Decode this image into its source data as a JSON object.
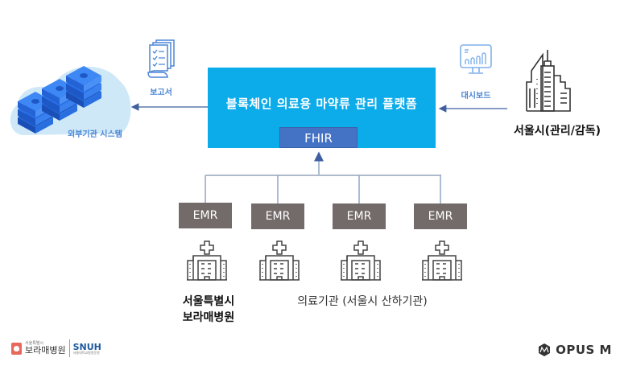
{
  "platform": {
    "title": "블록체인 의료용 마약류 관리 플랫폼",
    "fhir_label": "FHIR",
    "color": "#0cabe9",
    "fhir_color": "#4472c4"
  },
  "external_system": {
    "label": "외부기관 시스템",
    "icon": "server-stack-icon"
  },
  "report": {
    "label": "보고서",
    "icon": "report-document-icon"
  },
  "dashboard": {
    "label": "대시보드",
    "icon": "dashboard-monitor-icon"
  },
  "seoul": {
    "label": "서울시(관리/감독)",
    "icon": "city-buildings-icon"
  },
  "emr_nodes": [
    {
      "label": "EMR"
    },
    {
      "label": "EMR"
    },
    {
      "label": "EMR"
    },
    {
      "label": "EMR"
    }
  ],
  "hospitals": {
    "boramae_line1": "서울특별시",
    "boramae_line2": "보라매병원",
    "group_label": "의료기관 (서울시 산하기관)",
    "icon": "hospital-icon"
  },
  "footer": {
    "boramae_logo_small": "서울특별시",
    "boramae_logo_name": "보라매병원",
    "snuh_logo": "SNUH",
    "snuh_sub": "서울대학교병원운영",
    "opus_logo": "OPUS M"
  },
  "colors": {
    "icon_blue": "#4a86d6",
    "emr_gray": "#736b69",
    "connector": "#8fa6c4",
    "arrow": "#3f5f9f",
    "cloud": "#cfe8f8"
  }
}
